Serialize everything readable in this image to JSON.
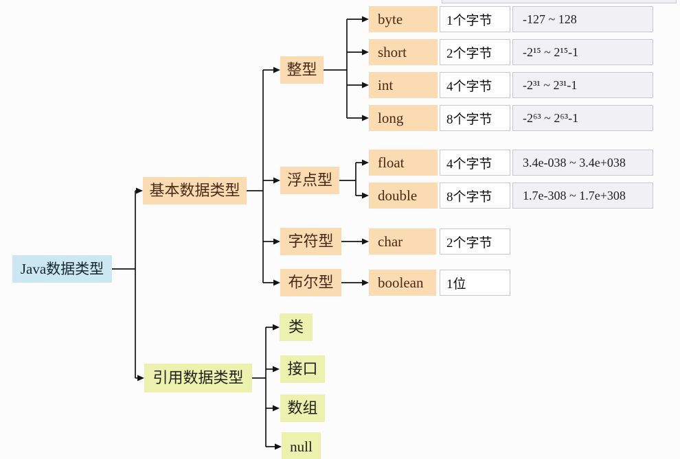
{
  "palette": {
    "peach": "#fbdcb2",
    "green": "#ecf2ad",
    "blue": "#cbe7f1",
    "brown-text": "#4a2817",
    "dark-text": "#21211c",
    "size-bg": "#ffffff",
    "range-bg": "#f1f0f4",
    "box-border": "#c7c7ce",
    "line": "#141414",
    "page-bg": "#fcfcfc"
  },
  "root": {
    "label": "Java数据类型"
  },
  "basic": {
    "label": "基本数据类型",
    "integer": {
      "label": "整型",
      "rows": [
        {
          "name": "byte",
          "size": "1个字节",
          "range": "-127 ~ 128"
        },
        {
          "name": "short",
          "size": "2个字节",
          "range": "-2¹⁵ ~ 2¹⁵-1"
        },
        {
          "name": "int",
          "size": "4个字节",
          "range": "-2³¹ ~ 2³¹-1"
        },
        {
          "name": "long",
          "size": "8个字节",
          "range": "-2⁶³ ~ 2⁶³-1"
        }
      ]
    },
    "float": {
      "label": "浮点型",
      "rows": [
        {
          "name": "float",
          "size": "4个字节",
          "range": "3.4e-038 ~ 3.4e+038"
        },
        {
          "name": "double",
          "size": "8个字节",
          "range": "1.7e-308 ~ 1.7e+308"
        }
      ]
    },
    "char": {
      "label": "字符型",
      "rows": [
        {
          "name": "char",
          "size": "2个字节"
        }
      ]
    },
    "boolean": {
      "label": "布尔型",
      "rows": [
        {
          "name": "boolean",
          "size": "1位"
        }
      ]
    }
  },
  "reference": {
    "label": "引用数据类型",
    "children": [
      {
        "label": "类"
      },
      {
        "label": "接口"
      },
      {
        "label": "数组"
      },
      {
        "label": "null"
      }
    ]
  }
}
